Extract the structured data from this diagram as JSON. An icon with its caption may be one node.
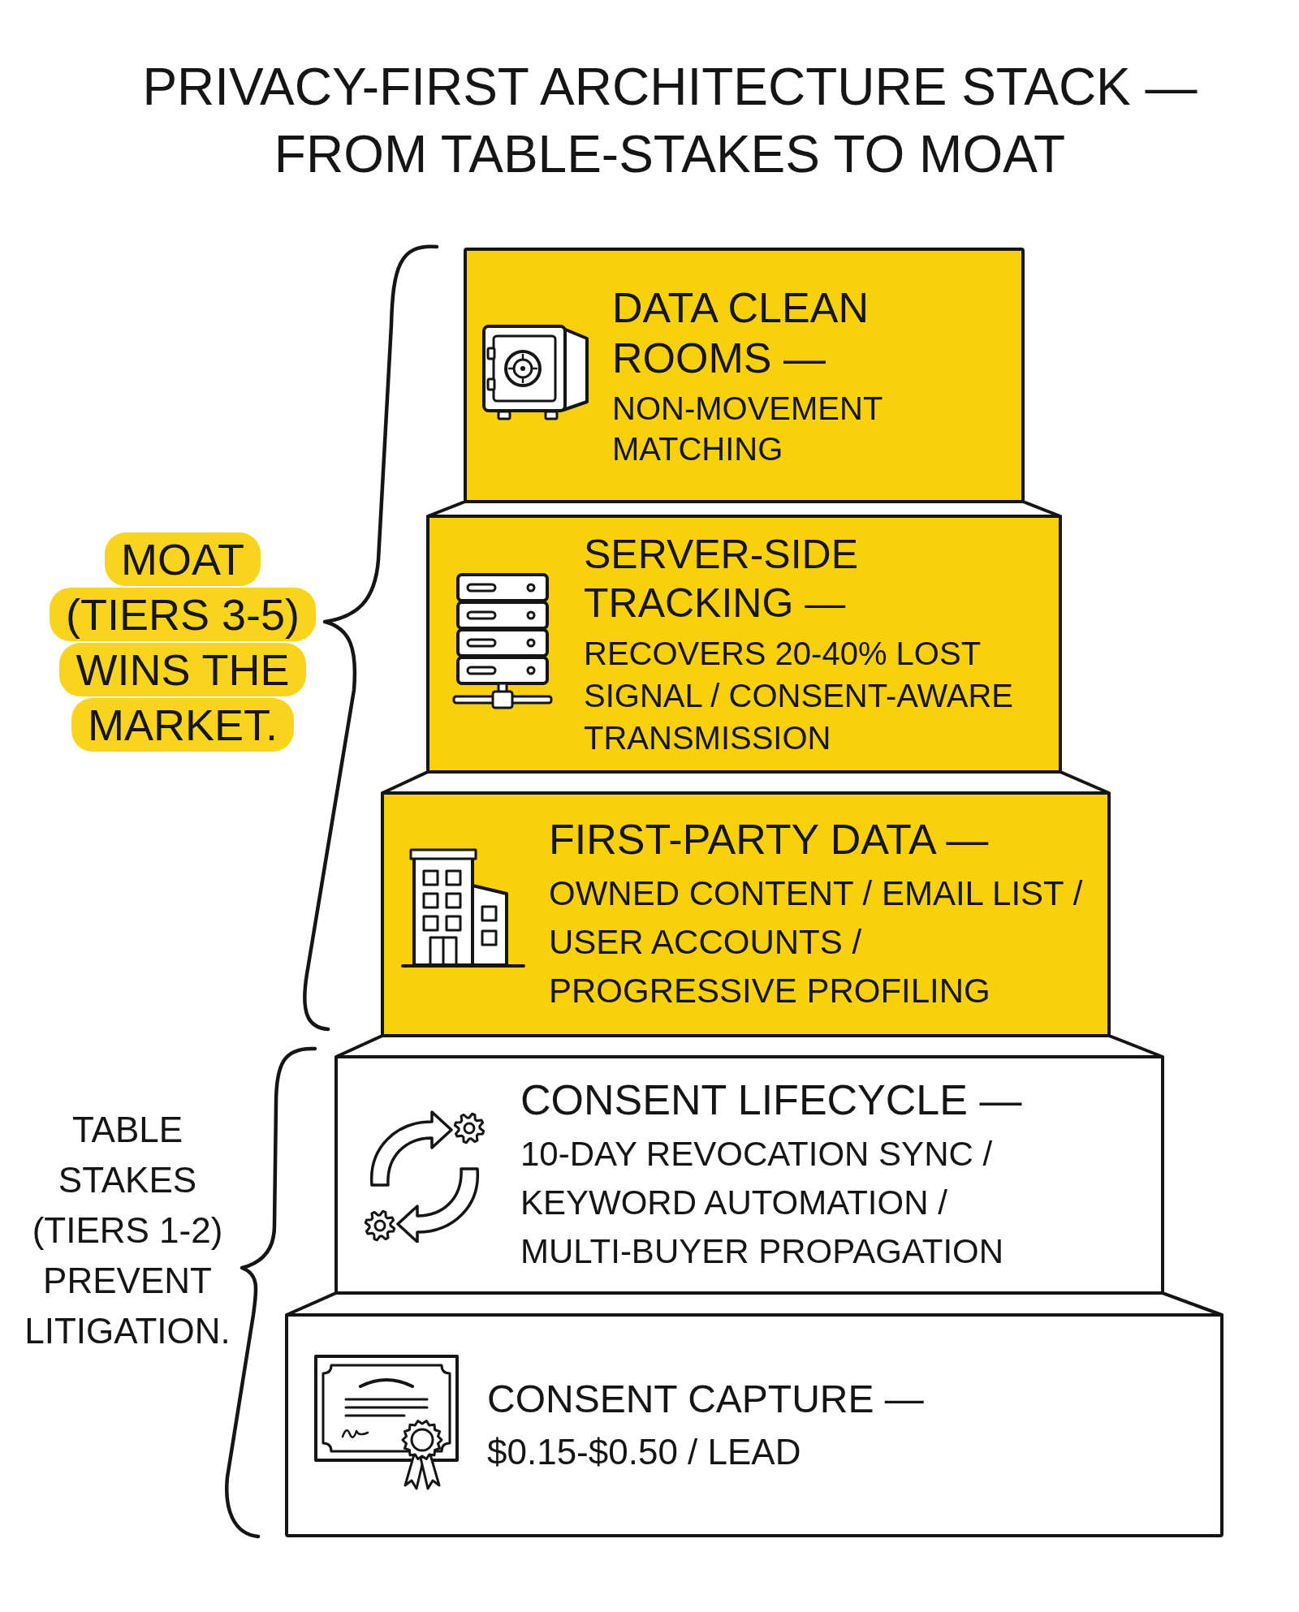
{
  "diagram": {
    "title": "PRIVACY-FIRST ARCHITECTURE STACK — FROM TABLE-STAKES TO MOAT",
    "nodes": [
      {
        "text": [
          "DATA CLEAN ROOMS —",
          "NON-MOVEMENT MATCHING"
        ]
      },
      {
        "text": [
          "SERVER-SIDE TRACKING —",
          "RECOVERS 20-40% LOST SIGNAL / CONSENT-AWARE TRANSMISSION"
        ]
      },
      {
        "text": [
          "FIRST-PARTY DATA —",
          "OWNED CONTENT / EMAIL LIST / USER ACCOUNTS / PROGRESSIVE PROFILING"
        ]
      },
      {
        "text": [
          "CONSENT LIFECYCLE —",
          "10-DAY REVOCATION SYNC / KEYWORD AUTOMATION / MULTI-BUYER PROPAGATION"
        ]
      },
      {
        "text": [
          "CONSENT CAPTURE —",
          "$0.15-$0.50 / LEAD"
        ]
      }
    ],
    "labels": [
      "MOAT (TIERS 3-5) WINS THE MARKET.",
      "TABLE STAKES (TIERS 1-2) PREVENT LITIGATION."
    ]
  }
}
